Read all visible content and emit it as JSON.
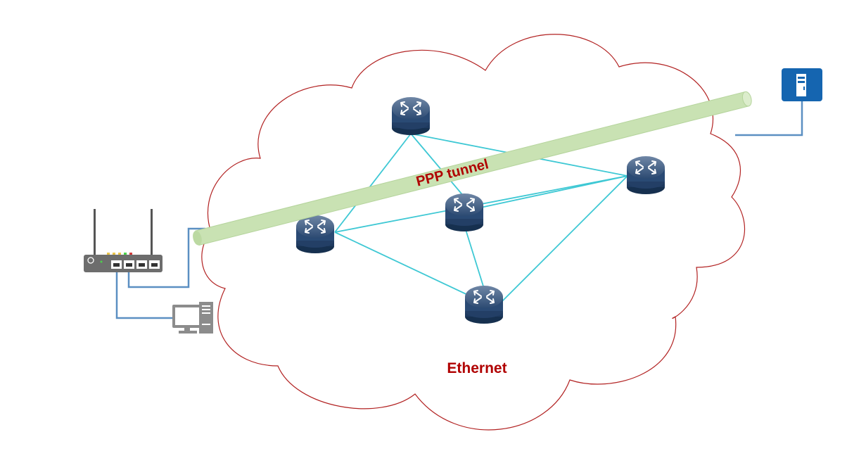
{
  "tunnel_label": "PPP tunnel",
  "network_label": "Ethernet",
  "colors": {
    "cloud_outline": "#b22222",
    "label": "#b00000",
    "mesh_link": "#3ec8d4",
    "access_link": "#5b8fc2",
    "tunnel_fill": "#c9e2b3",
    "router_body": "#1e3a5f",
    "server": "#1565b0",
    "modem": "#6d6d6d",
    "pc": "#8c8c8c"
  },
  "icons": [
    "router-icon",
    "server-icon",
    "modem-icon",
    "desktop-pc-icon"
  ],
  "nodes": [
    "router-top",
    "router-right",
    "router-center",
    "router-left",
    "router-bottom",
    "server",
    "modem",
    "desktop-pc"
  ]
}
